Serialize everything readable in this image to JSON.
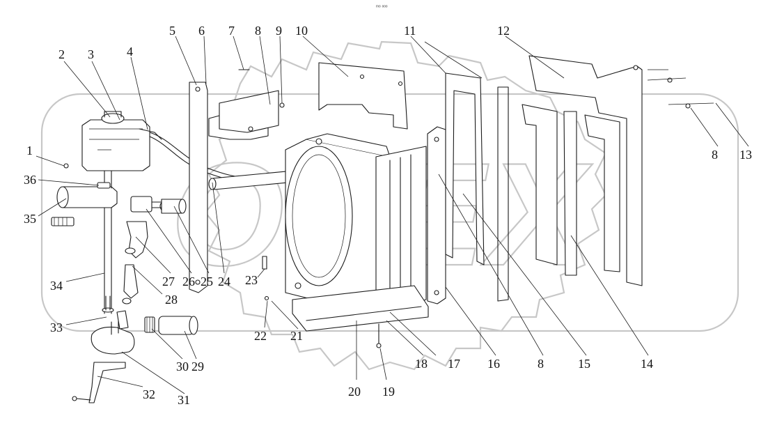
{
  "page_mark": "ᵐᵒ ᵒᵒᵒ",
  "watermark": {
    "text": "OPEX",
    "color": "#c7c7c7"
  },
  "colors": {
    "line": "#1a1a1a",
    "background": "#ffffff"
  },
  "callouts": [
    {
      "id": "c1",
      "text": "1"
    },
    {
      "id": "c2",
      "text": "2"
    },
    {
      "id": "c3",
      "text": "3"
    },
    {
      "id": "c4",
      "text": "4"
    },
    {
      "id": "c5",
      "text": "5"
    },
    {
      "id": "c6",
      "text": "6"
    },
    {
      "id": "c7",
      "text": "7"
    },
    {
      "id": "c8a",
      "text": "8"
    },
    {
      "id": "c9",
      "text": "9"
    },
    {
      "id": "c10",
      "text": "10"
    },
    {
      "id": "c11",
      "text": "11"
    },
    {
      "id": "c12",
      "text": "12"
    },
    {
      "id": "c8b",
      "text": "8"
    },
    {
      "id": "c13",
      "text": "13"
    },
    {
      "id": "c14",
      "text": "14"
    },
    {
      "id": "c15",
      "text": "15"
    },
    {
      "id": "c8c",
      "text": "8"
    },
    {
      "id": "c16",
      "text": "16"
    },
    {
      "id": "c17",
      "text": "17"
    },
    {
      "id": "c18",
      "text": "18"
    },
    {
      "id": "c19",
      "text": "19"
    },
    {
      "id": "c20",
      "text": "20"
    },
    {
      "id": "c21",
      "text": "21"
    },
    {
      "id": "c22",
      "text": "22"
    },
    {
      "id": "c23",
      "text": "23"
    },
    {
      "id": "c24",
      "text": "24"
    },
    {
      "id": "c25",
      "text": "25"
    },
    {
      "id": "c26",
      "text": "26"
    },
    {
      "id": "c27",
      "text": "27"
    },
    {
      "id": "c28",
      "text": "28"
    },
    {
      "id": "c29",
      "text": "29"
    },
    {
      "id": "c30",
      "text": "30"
    },
    {
      "id": "c31",
      "text": "31"
    },
    {
      "id": "c32",
      "text": "32"
    },
    {
      "id": "c33",
      "text": "33"
    },
    {
      "id": "c34",
      "text": "34"
    },
    {
      "id": "c35",
      "text": "35"
    },
    {
      "id": "c36",
      "text": "36"
    }
  ]
}
